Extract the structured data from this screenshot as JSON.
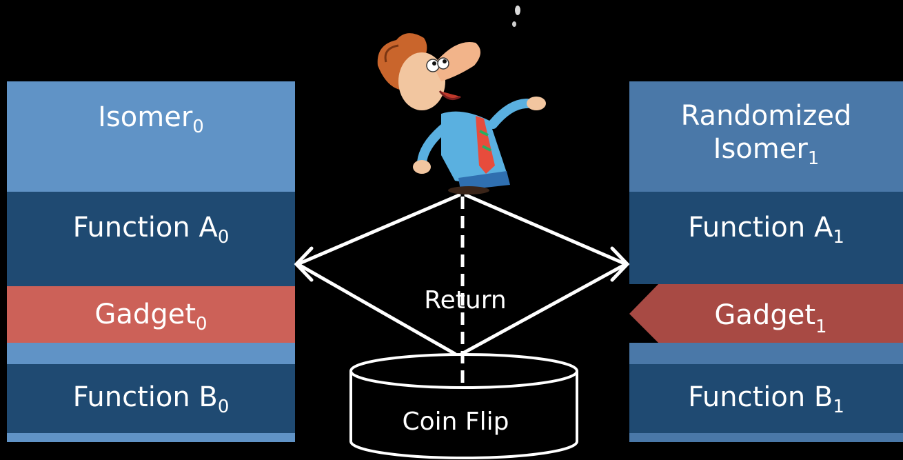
{
  "left_stack": {
    "isomer": {
      "text": "Isomer",
      "sub": "0"
    },
    "function_a": {
      "text": "Function A",
      "sub": "0"
    },
    "gadget": {
      "text": "Gadget",
      "sub": "0"
    },
    "function_b": {
      "text": "Function B",
      "sub": "0"
    }
  },
  "right_stack": {
    "isomer_line1": "Randomized",
    "isomer": {
      "text": "Isomer",
      "sub": "1"
    },
    "function_a": {
      "text": "Function A",
      "sub": "1"
    },
    "gadget": {
      "text": "Gadget",
      "sub": "1"
    },
    "function_b": {
      "text": "Function B",
      "sub": "1"
    }
  },
  "center": {
    "return_label": "Return",
    "coin_label": "Coin Flip"
  },
  "colors": {
    "background": "#000000",
    "left_light": "#6093c6",
    "right_light": "#4a78a8",
    "dark_blue": "#1f4a72",
    "left_gadget": "#cc6158",
    "right_gadget": "#a84a44",
    "line": "#ffffff"
  },
  "icons": {
    "character": "confused-man-icon"
  }
}
